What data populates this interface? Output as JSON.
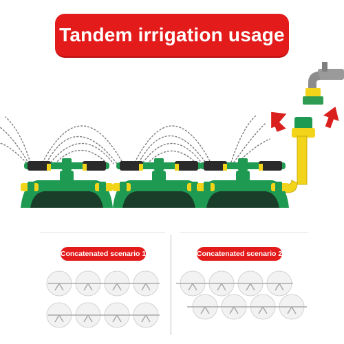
{
  "banner": {
    "title": "Tandem irrigation usage",
    "color": "#e41b1b"
  },
  "illustration": {
    "sprinkler_count": 3,
    "body_color": "#1e9a52",
    "hose_color": "#f2d41a",
    "arrow_color": "#d9201c",
    "icons": [
      "faucet-icon",
      "sprinkler-icon",
      "arrow-up-icon"
    ]
  },
  "scenarios": [
    {
      "label": "Concatenated scenario 1"
    },
    {
      "label": "Concatenated scenario 2"
    }
  ]
}
